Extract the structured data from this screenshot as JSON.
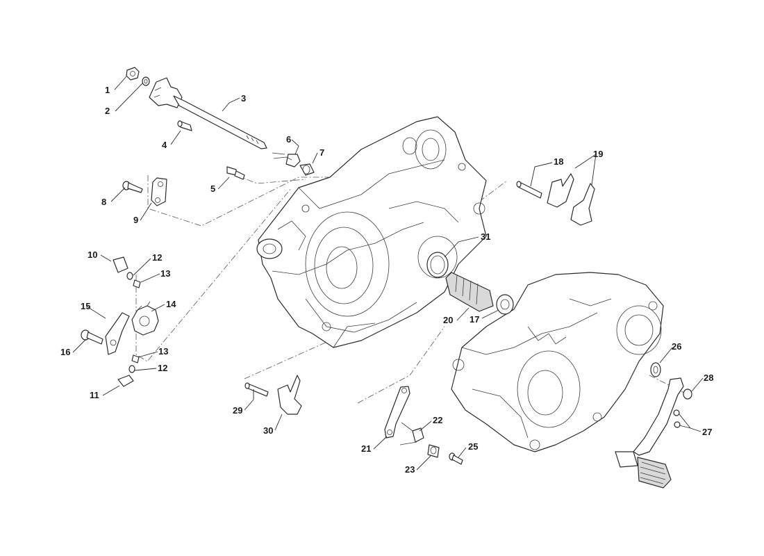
{
  "diagram": {
    "callouts": [
      {
        "id": "1",
        "label": "1"
      },
      {
        "id": "2",
        "label": "2"
      },
      {
        "id": "3",
        "label": "3"
      },
      {
        "id": "4",
        "label": "4"
      },
      {
        "id": "5",
        "label": "5"
      },
      {
        "id": "6",
        "label": "6"
      },
      {
        "id": "7",
        "label": "7"
      },
      {
        "id": "8",
        "label": "8"
      },
      {
        "id": "9",
        "label": "9"
      },
      {
        "id": "10",
        "label": "10"
      },
      {
        "id": "11",
        "label": "11"
      },
      {
        "id": "12a",
        "label": "12"
      },
      {
        "id": "12b",
        "label": "12"
      },
      {
        "id": "13a",
        "label": "13"
      },
      {
        "id": "13b",
        "label": "13"
      },
      {
        "id": "14",
        "label": "14"
      },
      {
        "id": "15",
        "label": "15"
      },
      {
        "id": "16",
        "label": "16"
      },
      {
        "id": "17",
        "label": "17"
      },
      {
        "id": "18",
        "label": "18"
      },
      {
        "id": "19",
        "label": "19"
      },
      {
        "id": "20",
        "label": "20"
      },
      {
        "id": "21",
        "label": "21"
      },
      {
        "id": "22",
        "label": "22"
      },
      {
        "id": "23",
        "label": "23"
      },
      {
        "id": "25",
        "label": "25"
      },
      {
        "id": "26",
        "label": "26"
      },
      {
        "id": "27",
        "label": "27"
      },
      {
        "id": "28",
        "label": "28"
      },
      {
        "id": "29",
        "label": "29"
      },
      {
        "id": "30",
        "label": "30"
      },
      {
        "id": "31",
        "label": "31"
      }
    ]
  }
}
